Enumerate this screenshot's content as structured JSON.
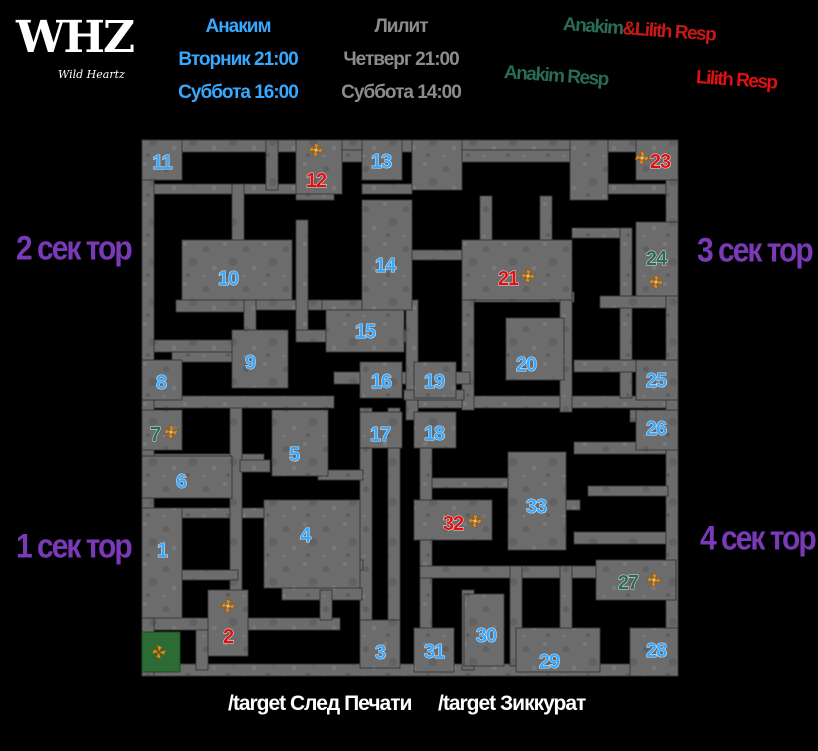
{
  "logo": {
    "text": "WHZ",
    "sub": "Wild Heartz"
  },
  "schedule": {
    "anakim": {
      "name": "Анаким",
      "time1": "Вторник 21:00",
      "time2": "Суббота 16:00"
    },
    "lilith": {
      "name": "Лилит",
      "time1": "Четверг 21:00",
      "time2": "Суббота 14:00"
    }
  },
  "legend": {
    "both_a": "Anakim",
    "both_amp": "&",
    "both_b": "Lilith Resp",
    "anakim": "Anakim Resp",
    "lilith": "Lilith Resp"
  },
  "sectors": {
    "s1": "1 сек тор",
    "s2": "2 сек тор",
    "s3": "3 сек тор",
    "s4": "4 сек тор"
  },
  "commands": {
    "c1": "/target След Печати",
    "c2": "/target Зиккурат"
  },
  "colors": {
    "background": "#000000",
    "stone": "#6e6e6e",
    "anakim_blue": "#38a8ff",
    "lilith_gray": "#8c8c8c",
    "anakim_resp": "#2a6b58",
    "lilith_resp": "#e01010",
    "sector": "#7a3ab8"
  },
  "rooms": [
    {
      "label": "1",
      "kind": "normal"
    },
    {
      "label": "2",
      "kind": "both",
      "spawn": true
    },
    {
      "label": "3",
      "kind": "normal"
    },
    {
      "label": "4",
      "kind": "normal"
    },
    {
      "label": "5",
      "kind": "normal"
    },
    {
      "label": "6",
      "kind": "normal"
    },
    {
      "label": "7",
      "kind": "anakim",
      "spawn": true
    },
    {
      "label": "8",
      "kind": "normal"
    },
    {
      "label": "9",
      "kind": "normal"
    },
    {
      "label": "10",
      "kind": "normal"
    },
    {
      "label": "11",
      "kind": "normal"
    },
    {
      "label": "12",
      "kind": "lilith",
      "spawn": true
    },
    {
      "label": "13",
      "kind": "normal"
    },
    {
      "label": "14",
      "kind": "normal"
    },
    {
      "label": "15",
      "kind": "normal"
    },
    {
      "label": "16",
      "kind": "normal"
    },
    {
      "label": "17",
      "kind": "normal"
    },
    {
      "label": "18",
      "kind": "normal"
    },
    {
      "label": "19",
      "kind": "normal"
    },
    {
      "label": "20",
      "kind": "normal"
    },
    {
      "label": "21",
      "kind": "both",
      "spawn": true
    },
    {
      "label": "23",
      "kind": "lilith",
      "spawn": true
    },
    {
      "label": "24",
      "kind": "anakim",
      "spawn": true
    },
    {
      "label": "25",
      "kind": "normal"
    },
    {
      "label": "26",
      "kind": "normal"
    },
    {
      "label": "27",
      "kind": "anakim",
      "spawn": true
    },
    {
      "label": "28",
      "kind": "normal"
    },
    {
      "label": "29",
      "kind": "normal"
    },
    {
      "label": "30",
      "kind": "normal"
    },
    {
      "label": "31",
      "kind": "normal"
    },
    {
      "label": "32",
      "kind": "lilith",
      "spawn": true
    },
    {
      "label": "33",
      "kind": "normal"
    }
  ]
}
